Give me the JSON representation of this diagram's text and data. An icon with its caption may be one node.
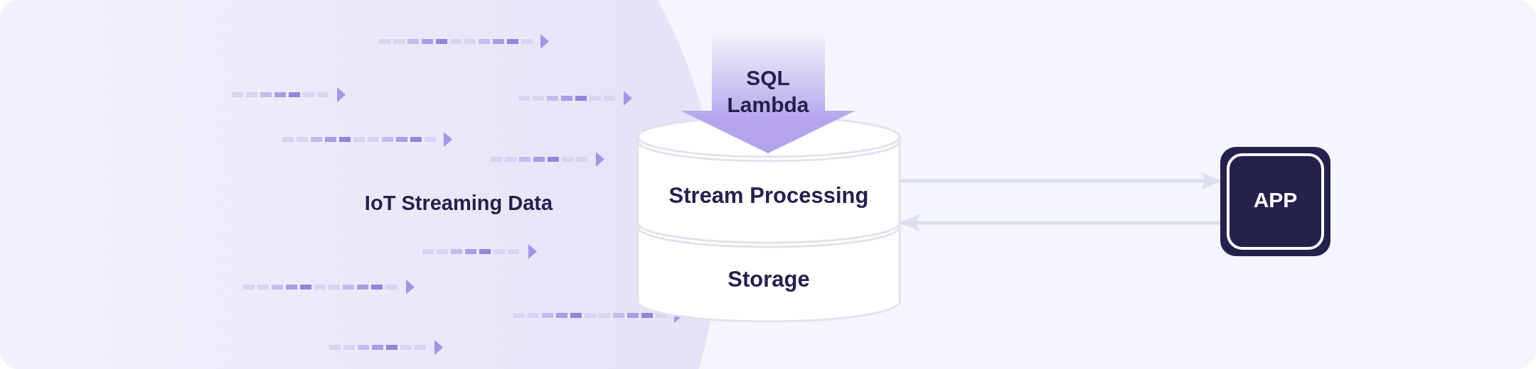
{
  "diagram": {
    "nodes": [
      {
        "text": [
          "SQL Lambda"
        ]
      },
      {
        "text": [
          "Stream Processing"
        ]
      },
      {
        "text": [
          "Storage"
        ]
      },
      {
        "text": [
          "APP"
        ]
      }
    ],
    "edges": [
      {
        "from": 1,
        "to": 3,
        "arrow": "to"
      },
      {
        "from": 3,
        "to": 1,
        "arrow": "to"
      }
    ],
    "labels": [
      "IoT Streaming Data"
    ]
  }
}
